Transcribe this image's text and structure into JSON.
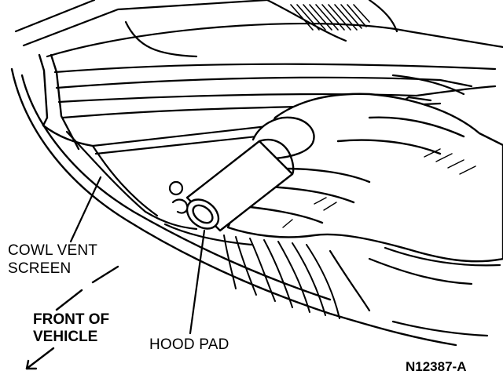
{
  "labels": {
    "cowl_vent_screen": [
      "COWL VENT",
      "SCREEN"
    ],
    "front_of_vehicle": [
      "FRONT OF",
      "VEHICLE"
    ],
    "hood_pad": "HOOD PAD",
    "figure_id": "N12387-A"
  },
  "colors": {
    "ink": "#000000",
    "paper": "#ffffff"
  }
}
